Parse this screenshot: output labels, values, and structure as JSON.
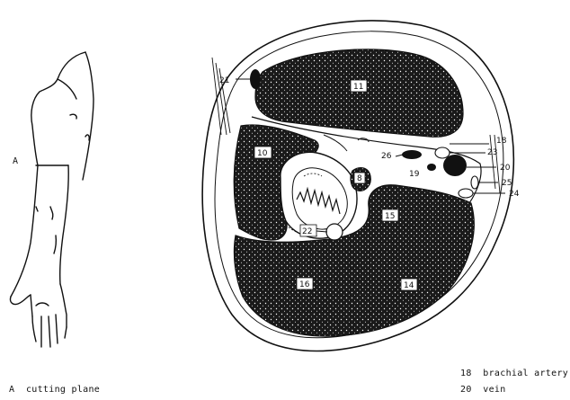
{
  "arm": {
    "label": "A"
  },
  "labels": {
    "l21": "21",
    "l11": "11",
    "l10": "10",
    "l26": "26",
    "l19": "19",
    "l8": "8",
    "l22": "22",
    "l15": "15",
    "l16": "16",
    "l14": "14",
    "l18": "18",
    "l23": "23",
    "l20": "20",
    "l25": "25",
    "l24": "24"
  },
  "captions": {
    "cutting_plane": "A  cutting plane",
    "brachial_artery": "18  brachial artery",
    "vein": "20  vein"
  },
  "colors": {
    "ink": "#111111",
    "paper": "#ffffff"
  }
}
